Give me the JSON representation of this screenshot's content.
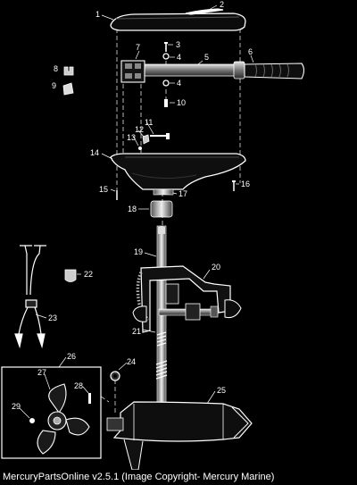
{
  "footer": {
    "caption": "MercuryPartsOnline v2.5.1 (Image Copyright- Mercury Marine)"
  },
  "parts": [
    {
      "id": "1",
      "label": "1"
    },
    {
      "id": "2",
      "label": "2"
    },
    {
      "id": "3",
      "label": "3"
    },
    {
      "id": "4a",
      "label": "4"
    },
    {
      "id": "4b",
      "label": "4"
    },
    {
      "id": "5",
      "label": "5"
    },
    {
      "id": "6",
      "label": "6"
    },
    {
      "id": "7",
      "label": "7"
    },
    {
      "id": "8",
      "label": "8"
    },
    {
      "id": "9",
      "label": "9"
    },
    {
      "id": "10",
      "label": "10"
    },
    {
      "id": "11",
      "label": "11"
    },
    {
      "id": "12",
      "label": "12"
    },
    {
      "id": "13",
      "label": "13"
    },
    {
      "id": "14",
      "label": "14"
    },
    {
      "id": "15",
      "label": "15"
    },
    {
      "id": "16",
      "label": "16"
    },
    {
      "id": "17",
      "label": "17"
    },
    {
      "id": "18",
      "label": "18"
    },
    {
      "id": "19",
      "label": "19"
    },
    {
      "id": "20",
      "label": "20"
    },
    {
      "id": "21",
      "label": "21"
    },
    {
      "id": "22",
      "label": "22"
    },
    {
      "id": "23",
      "label": "23"
    },
    {
      "id": "24",
      "label": "24"
    },
    {
      "id": "25",
      "label": "25"
    },
    {
      "id": "26",
      "label": "26"
    },
    {
      "id": "27",
      "label": "27"
    },
    {
      "id": "28",
      "label": "28"
    },
    {
      "id": "29",
      "label": "29"
    }
  ],
  "colors": {
    "background": "#000000",
    "ink": "#ffffff",
    "dark_part": "#111111",
    "mid_part": "#6a6a6a"
  }
}
